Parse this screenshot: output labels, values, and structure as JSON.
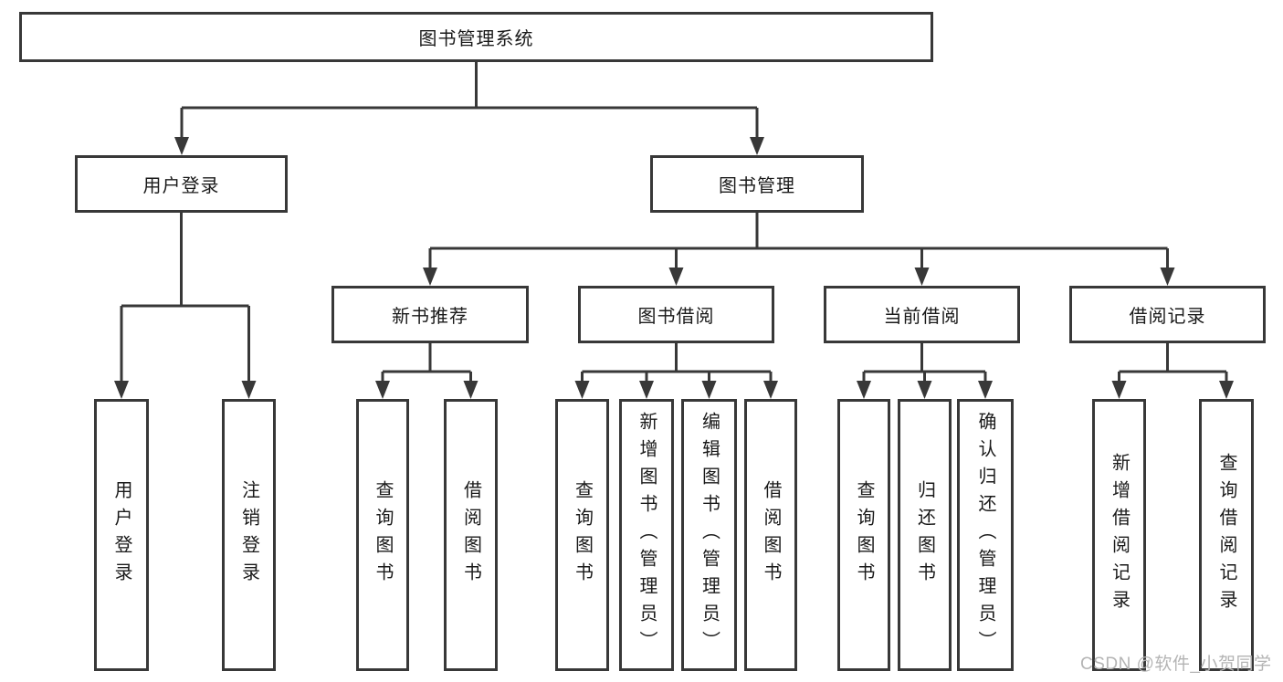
{
  "tree": {
    "label": "图书管理系统",
    "children": [
      {
        "label": "用户登录",
        "children": [
          {
            "label": "用户登录"
          },
          {
            "label": "注销登录"
          }
        ]
      },
      {
        "label": "图书管理",
        "children": [
          {
            "label": "新书推荐",
            "children": [
              {
                "label": "查询图书"
              },
              {
                "label": "借阅图书"
              }
            ]
          },
          {
            "label": "图书借阅",
            "children": [
              {
                "label": "查询图书"
              },
              {
                "label": "新增图书（管理员）"
              },
              {
                "label": "编辑图书（管理员）"
              },
              {
                "label": "借阅图书"
              }
            ]
          },
          {
            "label": "当前借阅",
            "children": [
              {
                "label": "查询图书"
              },
              {
                "label": "归还图书"
              },
              {
                "label": "确认归还（管理员）"
              }
            ]
          },
          {
            "label": "借阅记录",
            "children": [
              {
                "label": "新增借阅记录"
              },
              {
                "label": "查询借阅记录"
              }
            ]
          }
        ]
      }
    ]
  },
  "watermark": "CSDN @软件_小贺同学",
  "colors": {
    "line": "#383838",
    "text": "#1a1a1a",
    "watermark": "#b4b4b4",
    "background": "#ffffff"
  }
}
